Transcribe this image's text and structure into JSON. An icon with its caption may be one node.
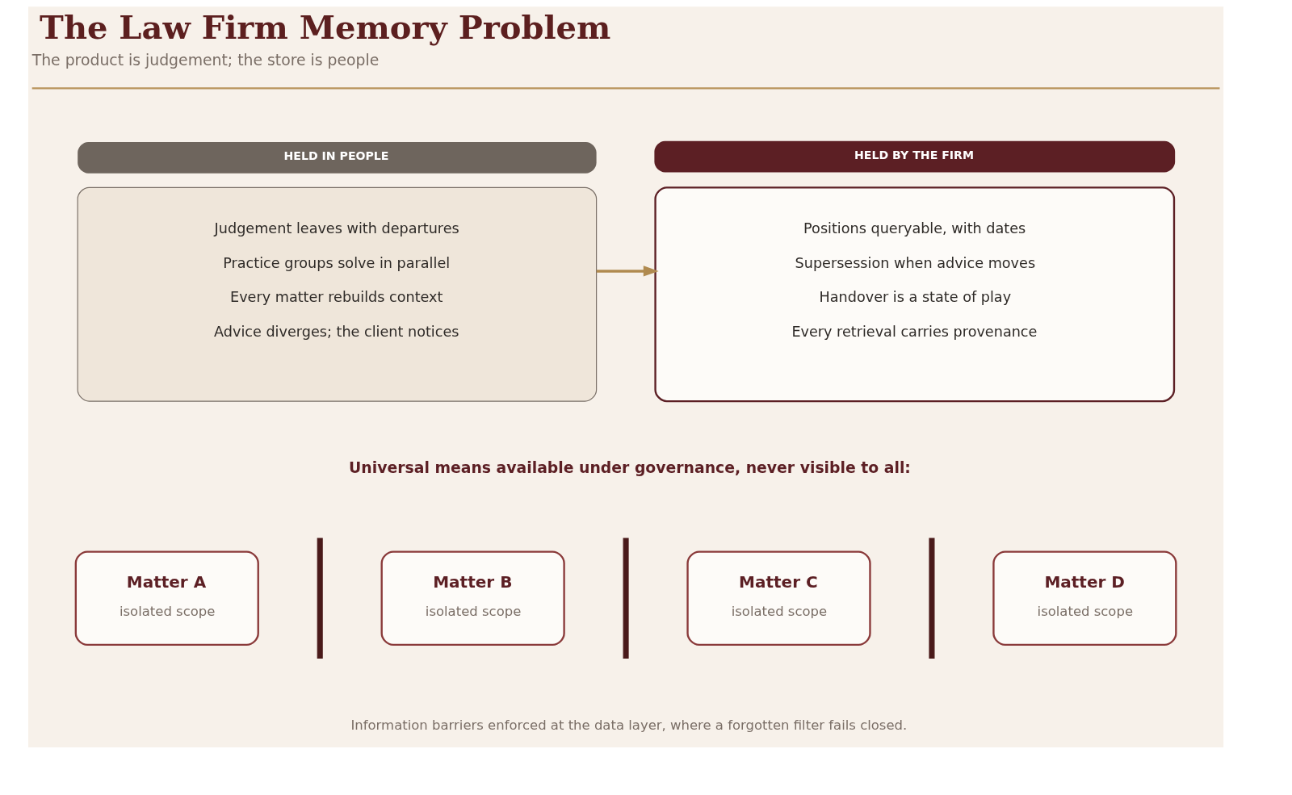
{
  "diagram": {
    "title": "The Law Firm Memory Problem",
    "nodes": [
      {
        "text": [
          "HELD IN PEOPLE",
          "Judgement leaves with departures",
          "Practice groups solve in parallel",
          "Every matter rebuilds context",
          "Advice diverges; the client notices"
        ]
      },
      {
        "text": [
          "HELD BY THE FIRM",
          "Positions queryable, with dates",
          "Supersession when advice moves",
          "Handover is a state of play",
          "Every retrieval carries provenance"
        ]
      },
      {
        "text": [
          "Matter A",
          "isolated scope"
        ]
      },
      {
        "text": [
          "Matter B",
          "isolated scope"
        ]
      },
      {
        "text": [
          "Matter C",
          "isolated scope"
        ]
      },
      {
        "text": [
          "Matter D",
          "isolated scope"
        ]
      }
    ],
    "edges": [
      {
        "from": 0,
        "to": 1,
        "arrow": "to"
      }
    ],
    "labels": [
      "The product is judgement; the store is people",
      "Universal means available under governance, never visible to all:",
      "Information barriers enforced at the data layer, where a forgotten filter fails closed."
    ]
  }
}
